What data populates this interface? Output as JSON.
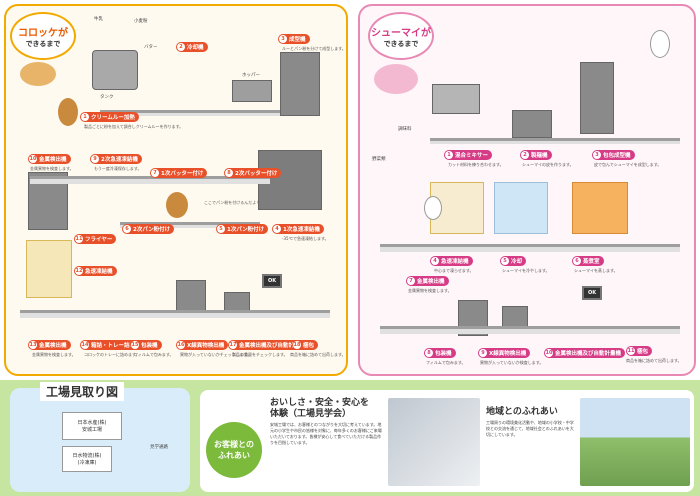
{
  "croquette": {
    "title_big": "コロッケが",
    "title_small": "できるまで",
    "steps": [
      {
        "num": "1",
        "label": "クリームルー加熱",
        "note": "製品ごとに粉を加えて調合しクリームルーを作ります。"
      },
      {
        "num": "2",
        "label": "冷却機",
        "note": ""
      },
      {
        "num": "3",
        "label": "成型機",
        "note": "ルーとパン粉を分けて成型します。"
      },
      {
        "num": "4",
        "label": "1次急速凍結機",
        "note": "-35℃で急速凍結します。"
      },
      {
        "num": "5",
        "label": "1次パン粉付け",
        "note": ""
      },
      {
        "num": "6",
        "label": "2次パン粉付け",
        "note": ""
      },
      {
        "num": "7",
        "label": "1次バッター付け",
        "note": ""
      },
      {
        "num": "8",
        "label": "2次バッター付け",
        "note": ""
      },
      {
        "num": "9",
        "label": "2次急速凍結機",
        "note": "もう一度冷凍保存します。"
      },
      {
        "num": "10",
        "label": "金属検出機",
        "note": "金属異物を検査します。"
      },
      {
        "num": "11",
        "label": "フライヤー",
        "note": ""
      },
      {
        "num": "12",
        "label": "急速凍結機",
        "note": ""
      },
      {
        "num": "13",
        "label": "金属検出機",
        "note": "金属異物を検査します。"
      },
      {
        "num": "14",
        "label": "箱詰・トレー詰め",
        "note": "コロッケのトレーに詰めます。"
      },
      {
        "num": "15",
        "label": "包装機",
        "note": "フィルムで包みます。"
      },
      {
        "num": "16",
        "label": "X線異物検出機",
        "note": "異物が入っていないかチェックします。"
      },
      {
        "num": "17",
        "label": "金属検出機及び自動計量機",
        "note": "製品の重量をチェックします。"
      },
      {
        "num": "18",
        "label": "梱包",
        "note": "商品を箱に詰めて出荷します。"
      }
    ],
    "labels": {
      "hopper": "ホッパー",
      "tank": "タンク",
      "milk": "牛乳",
      "butter": "バター",
      "flour": "小麦粉"
    },
    "ok": "OK",
    "mascot_speech": "ここでパン粉を付けるんだよ！"
  },
  "shumai": {
    "title_big": "シューマイが",
    "title_small": "できるまで",
    "steps": [
      {
        "num": "1",
        "label": "混合ミキサー",
        "note": "カット材料を練り合わせます。"
      },
      {
        "num": "2",
        "label": "製麺機",
        "note": "シューマイの皮を作ります。"
      },
      {
        "num": "3",
        "label": "包包成型機",
        "note": "皮で包んでシューマイを成型します。"
      },
      {
        "num": "4",
        "label": "急速凍結機",
        "note": "中心まで凍らせます。"
      },
      {
        "num": "5",
        "label": "冷却",
        "note": "シューマイを冷やします。"
      },
      {
        "num": "6",
        "label": "蒸煮室",
        "note": "シューマイを蒸します。"
      },
      {
        "num": "7",
        "label": "金属検出機",
        "note": "金属異物を検査します。"
      },
      {
        "num": "8",
        "label": "包装機",
        "note": "フィルムで包みます。"
      },
      {
        "num": "9",
        "label": "X線異物検出機",
        "note": "異物が入っていないか検査します。"
      },
      {
        "num": "10",
        "label": "金属検出機及び自動計量機",
        "note": ""
      },
      {
        "num": "11",
        "label": "梱包",
        "note": "商品を箱に詰めて出荷します。"
      }
    ],
    "labels": {
      "vegetables": "野菜類",
      "seasoning": "調味料"
    },
    "ok": "OK"
  },
  "map": {
    "title": "工場見取り図",
    "building1": "日本水産(株)\n安城工場",
    "building2": "日水物流(株)\n(冷凍庫)",
    "label_visitor": "見学通路"
  },
  "tour": {
    "circle_line1": "お客様との",
    "circle_line2": "ふれあい",
    "title_line1": "おいしさ・安全・安心を",
    "title_line2": "体験（工場見学会）",
    "text": "安城工場では、お客様とのつながりを大切に考えています。地元の小学生や市民の皆様を対象に、毎年多くのお客様にご来場いただいております。皆様が安心して食べていただける製品作りを目指しています。"
  },
  "local": {
    "title": "地域とのふれあい",
    "text": "工場周りの環境美化活動や、地域の小学校・中学校との交流を通じて、地域社会とのふれあいを大切にしています。"
  },
  "colors": {
    "croquette_accent": "#e8502a",
    "shumai_accent": "#d63b85",
    "bottom_bg": "#c6e5a0",
    "guest_green": "#7cba3c"
  }
}
